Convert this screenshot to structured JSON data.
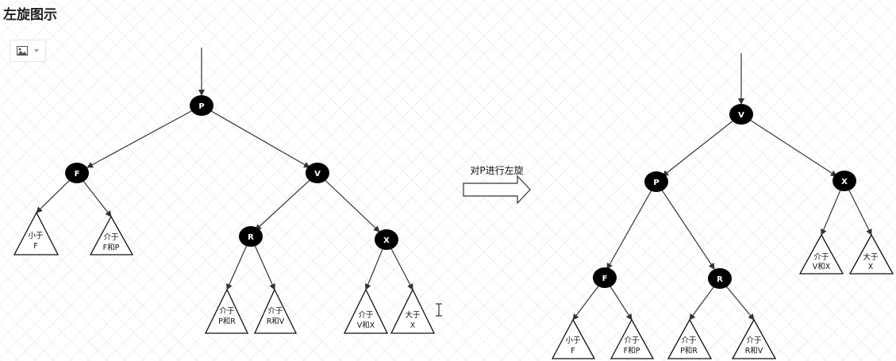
{
  "header": {
    "title": "左旋图示",
    "image_button_icon": "image-icon",
    "dropdown_icon": "caret-down-icon"
  },
  "before": {
    "nodes": {
      "P": "P",
      "F": "F",
      "V": "V",
      "R": "R",
      "X": "X"
    },
    "subtrees": {
      "t1": [
        "小于",
        "F"
      ],
      "t2": [
        "介于",
        "F和P"
      ],
      "t3": [
        "介于",
        "P和R"
      ],
      "t4": [
        "介于",
        "R和V"
      ],
      "t5": [
        "介于",
        "V和X"
      ],
      "t6": [
        "大于",
        "X"
      ]
    }
  },
  "transform": {
    "label": "对P进行左旋"
  },
  "after": {
    "nodes": {
      "V": "V",
      "P": "P",
      "X": "X",
      "F": "F",
      "R": "R"
    },
    "subtrees": {
      "t1": [
        "小于",
        "F"
      ],
      "t2": [
        "介于",
        "F和P"
      ],
      "t3": [
        "介于",
        "P和R"
      ],
      "t4": [
        "介于",
        "R和V"
      ],
      "t5": [
        "介于",
        "V和X"
      ],
      "t6": [
        "大于",
        "X"
      ]
    }
  }
}
